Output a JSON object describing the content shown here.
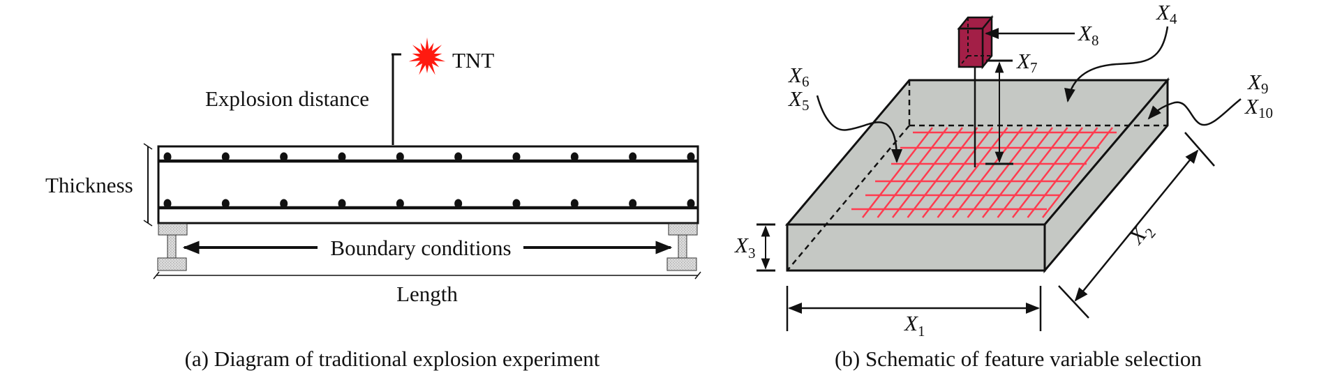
{
  "panel_a": {
    "caption": "(a) Diagram of traditional explosion experiment",
    "labels": {
      "tnt": "TNT",
      "explosion_distance": "Explosion distance",
      "thickness": "Thickness",
      "boundary_conditions": "Boundary conditions",
      "length": "Length"
    },
    "rebar_per_layer": 10,
    "colors": {
      "explosion": "#ff1a10",
      "support": "#cfcfcf"
    }
  },
  "panel_b": {
    "caption": "(b) Schematic of feature variable selection",
    "variables": [
      {
        "id": "x1",
        "base": "X",
        "sub": "1"
      },
      {
        "id": "x2",
        "base": "X",
        "sub": "2"
      },
      {
        "id": "x3",
        "base": "X",
        "sub": "3"
      },
      {
        "id": "x4",
        "base": "X",
        "sub": "4"
      },
      {
        "id": "x5",
        "base": "X",
        "sub": "5"
      },
      {
        "id": "x6",
        "base": "X",
        "sub": "6"
      },
      {
        "id": "x7",
        "base": "X",
        "sub": "7"
      },
      {
        "id": "x8",
        "base": "X",
        "sub": "8"
      },
      {
        "id": "x9",
        "base": "X",
        "sub": "9"
      },
      {
        "id": "x10",
        "base": "X",
        "sub": "10"
      }
    ],
    "colors": {
      "slab": "#c5c8c4",
      "charge": "#a31f47",
      "mesh": "#ff3b4f"
    }
  }
}
